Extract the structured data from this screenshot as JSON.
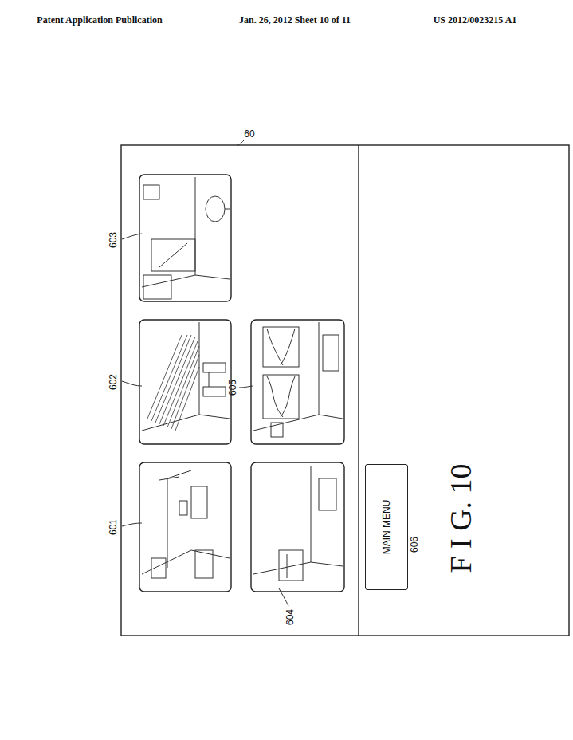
{
  "diagram": {
    "caption": "F I G. 10",
    "nodes": [
      {
        "text": [
          "MAIN MENU"
        ]
      }
    ],
    "labels": [
      "Patent Application Publication",
      "Jan. 26, 2012  Sheet 10 of 11",
      "US 2012/0023215 A1",
      "60",
      "603",
      "602",
      "601",
      "605",
      "604",
      "606"
    ]
  }
}
